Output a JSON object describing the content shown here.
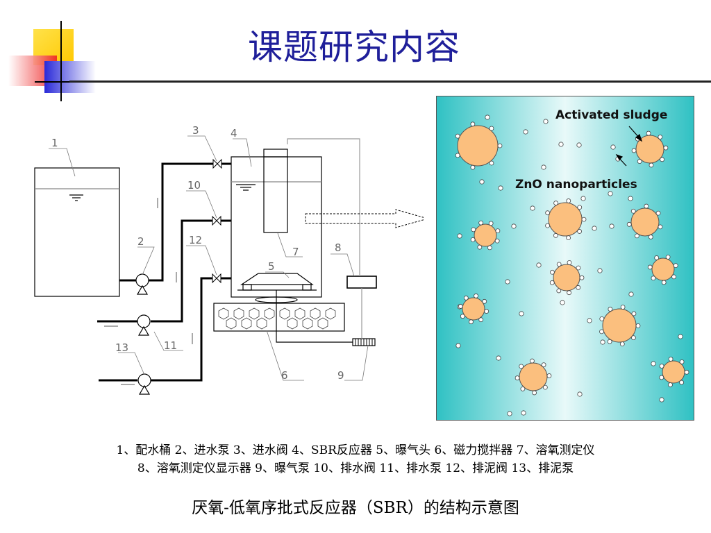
{
  "slide": {
    "title": "课题研究内容",
    "legend_line1": "1、配水桶  2、进水泵  3、进水阀  4、SBR反应器  5、曝气头  6、磁力搅拌器  7、溶氧测定仪",
    "legend_line2": "8、溶氧测定仪显示器  9、曝气泵  10、排水阀  11、排水泵 12、排泥阀  13、排泥泵",
    "caption": "厌氧-低氧序批式反应器（SBR）的结构示意图"
  },
  "diagram": {
    "labels": [
      "1",
      "2",
      "3",
      "4",
      "5",
      "6",
      "7",
      "8",
      "9",
      "10",
      "11",
      "12",
      "13"
    ]
  },
  "panel": {
    "label_sludge": "Activated sludge",
    "label_zno": "ZnO nanoparticles"
  },
  "colors": {
    "title": "#1f1f9a",
    "floc": "#fbbf7e",
    "panel_edge": "#33c4c6",
    "panel_center": "#e4f7f7",
    "deco_yellow": "#ffd000",
    "deco_red": "#f03030",
    "deco_blue": "#3030e0"
  }
}
